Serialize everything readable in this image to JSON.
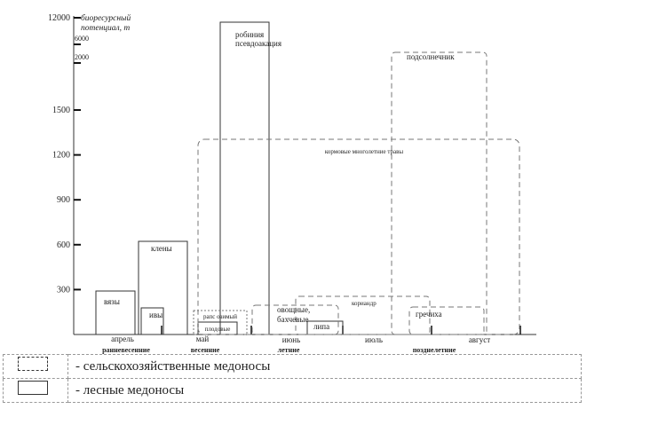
{
  "diagram": {
    "y_title": [
      "биоресурсный",
      "потенциал, т"
    ],
    "y_ticks": [
      {
        "label": "12000",
        "v": null,
        "small": false
      },
      {
        "label": "6000",
        "v": null,
        "small": true
      },
      {
        "label": "2000",
        "v": null,
        "small": true
      },
      {
        "label": "1500",
        "v": 1500,
        "small": false
      },
      {
        "label": "1200",
        "v": 1200,
        "small": false
      },
      {
        "label": "900",
        "v": 900,
        "small": false
      },
      {
        "label": "600",
        "v": 600,
        "small": false
      },
      {
        "label": "300",
        "v": 300,
        "small": false
      }
    ],
    "months": [
      "апрель",
      "май",
      "июнь",
      "июль",
      "август"
    ],
    "seasons": [
      "ранневесенние",
      "весенние",
      "летние",
      "позднелетние"
    ],
    "bars": [
      {
        "label": [
          "вязы"
        ],
        "type": "forest"
      },
      {
        "label": [
          "ивы"
        ],
        "type": "forest"
      },
      {
        "label": [
          "клены"
        ],
        "type": "forest"
      },
      {
        "label": [
          "робиния",
          "псевдоакация"
        ],
        "type": "forest"
      },
      {
        "label": [
          "рапс озимый"
        ],
        "type": "agri"
      },
      {
        "label": [
          "плодовые"
        ],
        "type": "forest"
      },
      {
        "label": [
          "овощные,",
          "бахчевые"
        ],
        "type": "agri"
      },
      {
        "label": [
          "липа"
        ],
        "type": "forest"
      },
      {
        "label": [
          "кориандр"
        ],
        "type": "agri"
      },
      {
        "label": [
          "гречиха"
        ],
        "type": "agri"
      },
      {
        "label": [
          "подсолнечник"
        ],
        "type": "agri"
      },
      {
        "label": [
          "кормовые многолетние травы"
        ],
        "type": "agri"
      }
    ]
  },
  "legend": [
    {
      "type": "agri",
      "text": "- сельскохозяйственные медоносы"
    },
    {
      "type": "forest",
      "text": "- лесные медоносы"
    }
  ]
}
